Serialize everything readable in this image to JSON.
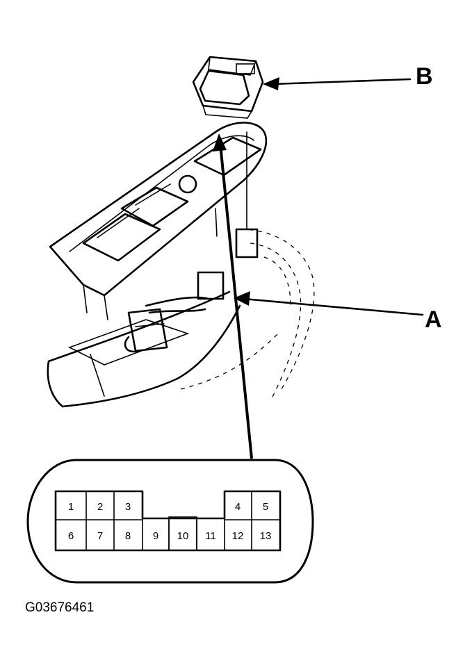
{
  "callouts": {
    "a": "A",
    "b": "B"
  },
  "connector": {
    "pins": [
      "1",
      "2",
      "3",
      "4",
      "5",
      "6",
      "7",
      "8",
      "9",
      "10",
      "11",
      "12",
      "13"
    ]
  },
  "figure_id": "G03676461"
}
